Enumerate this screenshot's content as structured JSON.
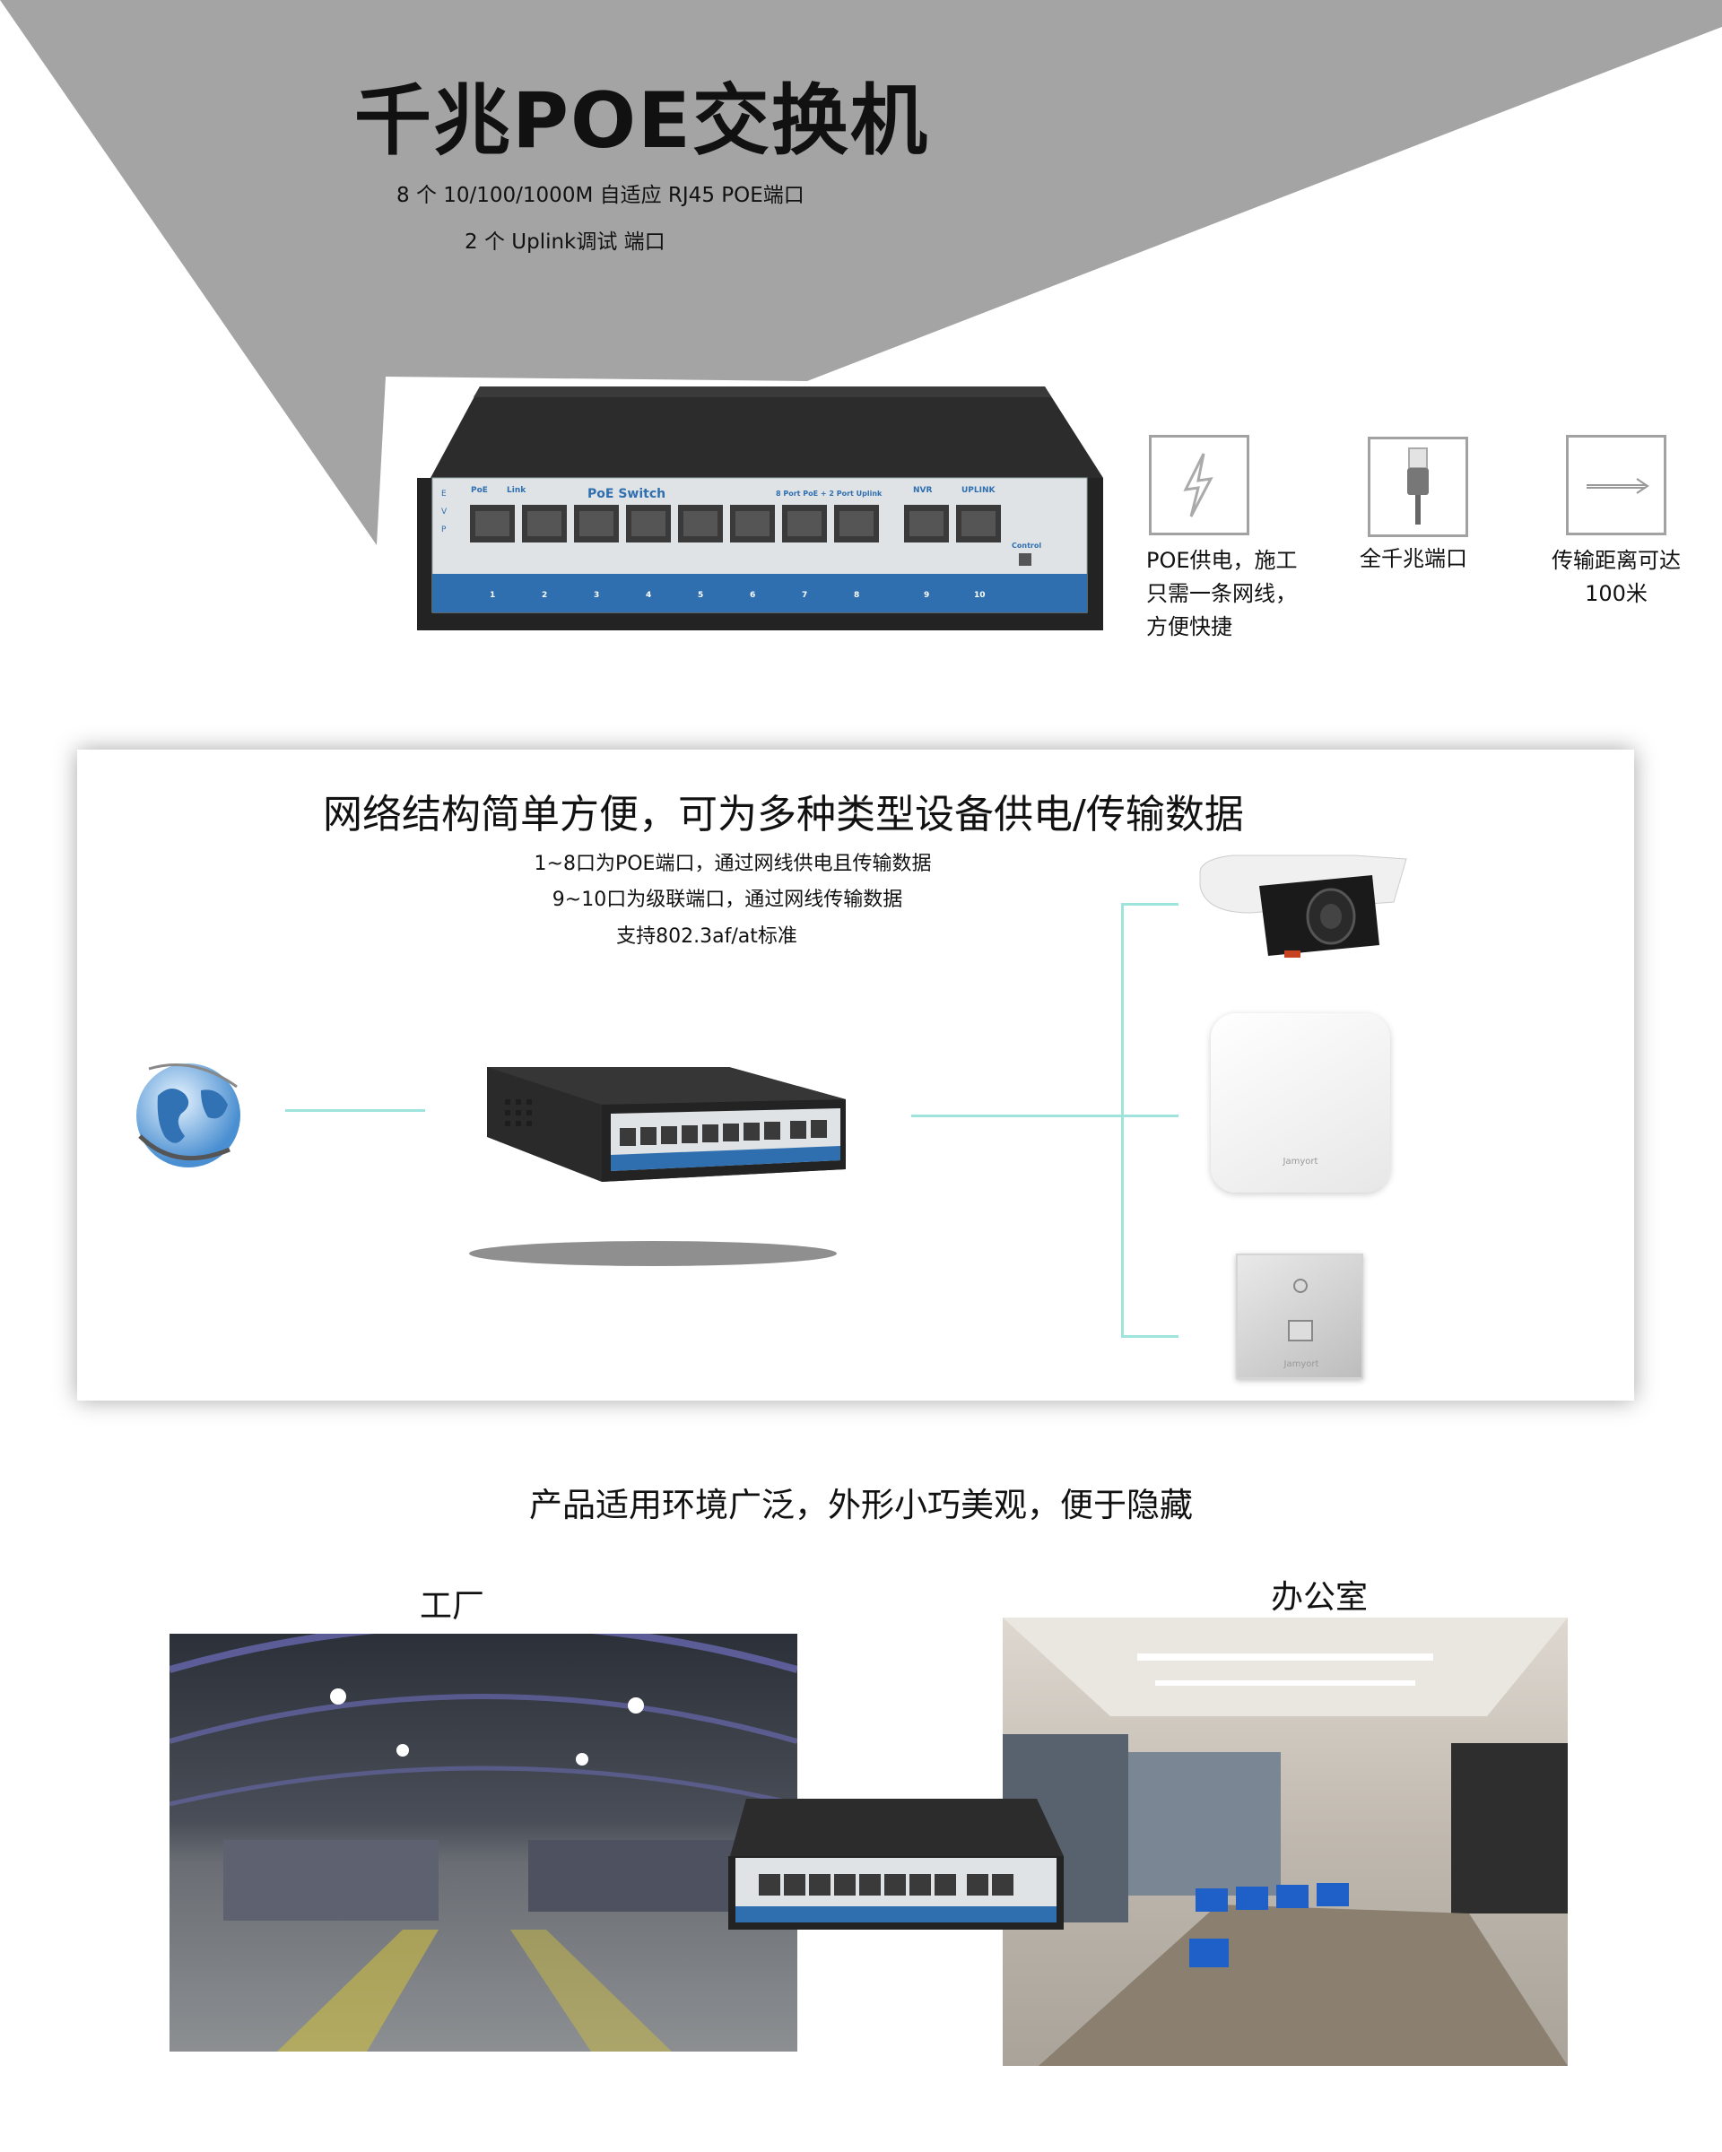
{
  "hero": {
    "title": "千兆POE交换机",
    "spec_line1": "8 个 10/100/1000M 自适应 RJ45   POE端口",
    "spec_line2": "2 个 Uplink调试 端口"
  },
  "switch_panel": {
    "brand_label": "PoE Switch",
    "group_label": "8 Port PoE + 2 Port Uplink",
    "poe_label": "PoE",
    "link_label": "Link",
    "nvr_label": "NVR",
    "uplink_label": "UPLINK",
    "control_label": "Control",
    "port_numbers": [
      "1",
      "2",
      "3",
      "4",
      "5",
      "6",
      "7",
      "8",
      "9",
      "10"
    ],
    "led_labels": [
      "E",
      "V",
      "P"
    ]
  },
  "features": [
    {
      "icon": "lightning-icon",
      "lines": [
        "POE供电，施工",
        "只需一条网线，",
        "方便快捷"
      ]
    },
    {
      "icon": "ethernet-cable-icon",
      "lines": [
        "全千兆端口"
      ]
    },
    {
      "icon": "arrow-right-icon",
      "lines": [
        "传输距离可达",
        "100米"
      ]
    }
  ],
  "network": {
    "title": "网络结构简单方便，可为多种类型设备供电/传输数据",
    "line1": "1~8口为POE端口，通过网线供电且传输数据",
    "line2": "9~10口为级联端口，通过网线传输数据",
    "line3": "支持802.3af/at标准",
    "ap_brand": "Jamyort",
    "panel_brand": "Jamyort"
  },
  "environments": {
    "title": "产品适用环境广泛，外形小巧美观，便于隐藏",
    "factory_label": "工厂",
    "office_label": "办公室"
  },
  "colors": {
    "banner_gray": "#a5a4a5",
    "switch_body": "#2a2a2a",
    "port_strip": "#2f6fb0",
    "connector_line": "#9ee3dc"
  }
}
